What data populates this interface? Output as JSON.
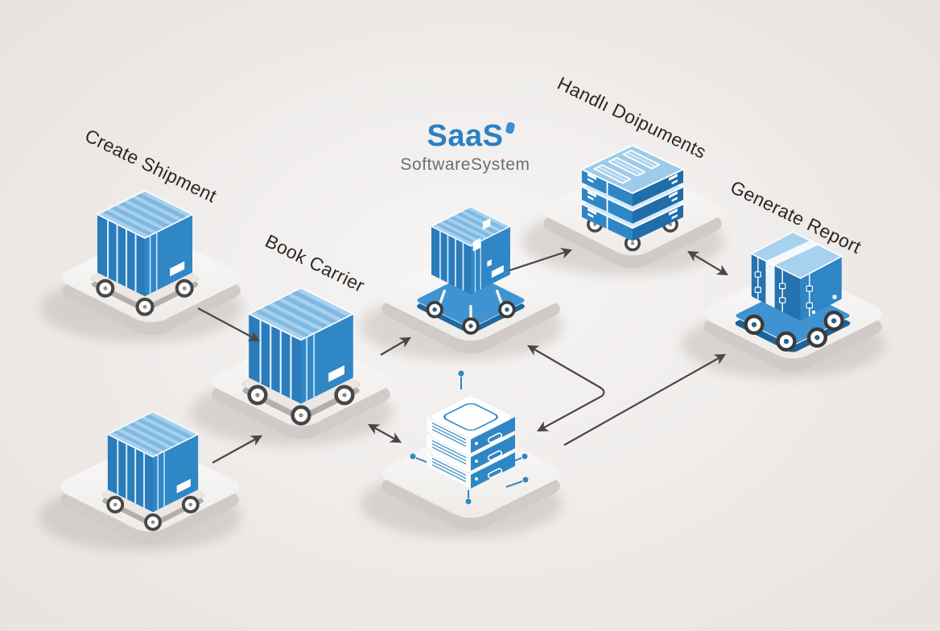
{
  "title": {
    "brand": "SaaS",
    "subtitle": "SoftwareSystem"
  },
  "labels": {
    "create_shipment": "Create Shipment",
    "book_carrier": "Book Carrier",
    "handle_documents": "Handlı Doipuments",
    "generate_report": "Generate Report"
  },
  "nodes": [
    {
      "id": "create-shipment",
      "icon": "binder-cart"
    },
    {
      "id": "book-carrier",
      "icon": "binder-cart"
    },
    {
      "id": "saas-package",
      "icon": "flatbed-binder-cart"
    },
    {
      "id": "handle-documents",
      "icon": "document-stack-cart"
    },
    {
      "id": "generate-report",
      "icon": "strapped-box-cart"
    },
    {
      "id": "inbound-shipment",
      "icon": "binder-cart"
    },
    {
      "id": "data-server",
      "icon": "server-stack"
    }
  ],
  "colors": {
    "primary_blue": "#2e86c5",
    "light_blue": "#a8d1ed",
    "deep_blue": "#2270aa",
    "arrow_gray": "#4b4645",
    "platform_top": "#faf8f7",
    "platform_side": "#d0cbc8",
    "background_center": "#eeebe9",
    "background_edge": "#d5d0cd",
    "text_dark": "#2b2724",
    "brand_blue": "#2a80c4",
    "subtitle_gray": "#6f6d6e"
  }
}
